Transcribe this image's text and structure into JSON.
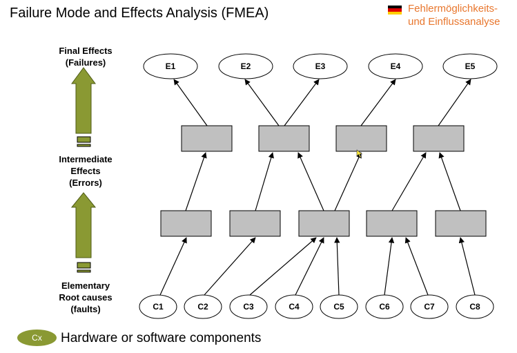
{
  "header": {
    "title": "Failure Mode and Effects Analysis (FMEA)",
    "german_line1": "Fehlermöglichkeits-",
    "german_line2": "und Einflussanalyse",
    "flag_icon": "german-flag-icon"
  },
  "colors": {
    "arrow_fill": "#8a9933",
    "box_fill": "#c0c0c0",
    "german_label": "#e8762d",
    "legend_pill": "#8a9933"
  },
  "levels": {
    "final": {
      "line1": "Final Effects",
      "line2": "(Failures)"
    },
    "intermediate": {
      "line1": "Intermediate",
      "line2": "Effects",
      "line3": "(Errors)"
    },
    "elementary": {
      "line1": "Elementary",
      "line2": "Root causes",
      "line3": "(faults)"
    }
  },
  "diagram": {
    "effects": [
      "E1",
      "E2",
      "E3",
      "E4",
      "E5"
    ],
    "causes": [
      "C1",
      "C2",
      "C3",
      "C4",
      "C5",
      "C6",
      "C7",
      "C8"
    ]
  },
  "legend": {
    "pill_label": "Cx",
    "text": "Hardware or software components"
  }
}
